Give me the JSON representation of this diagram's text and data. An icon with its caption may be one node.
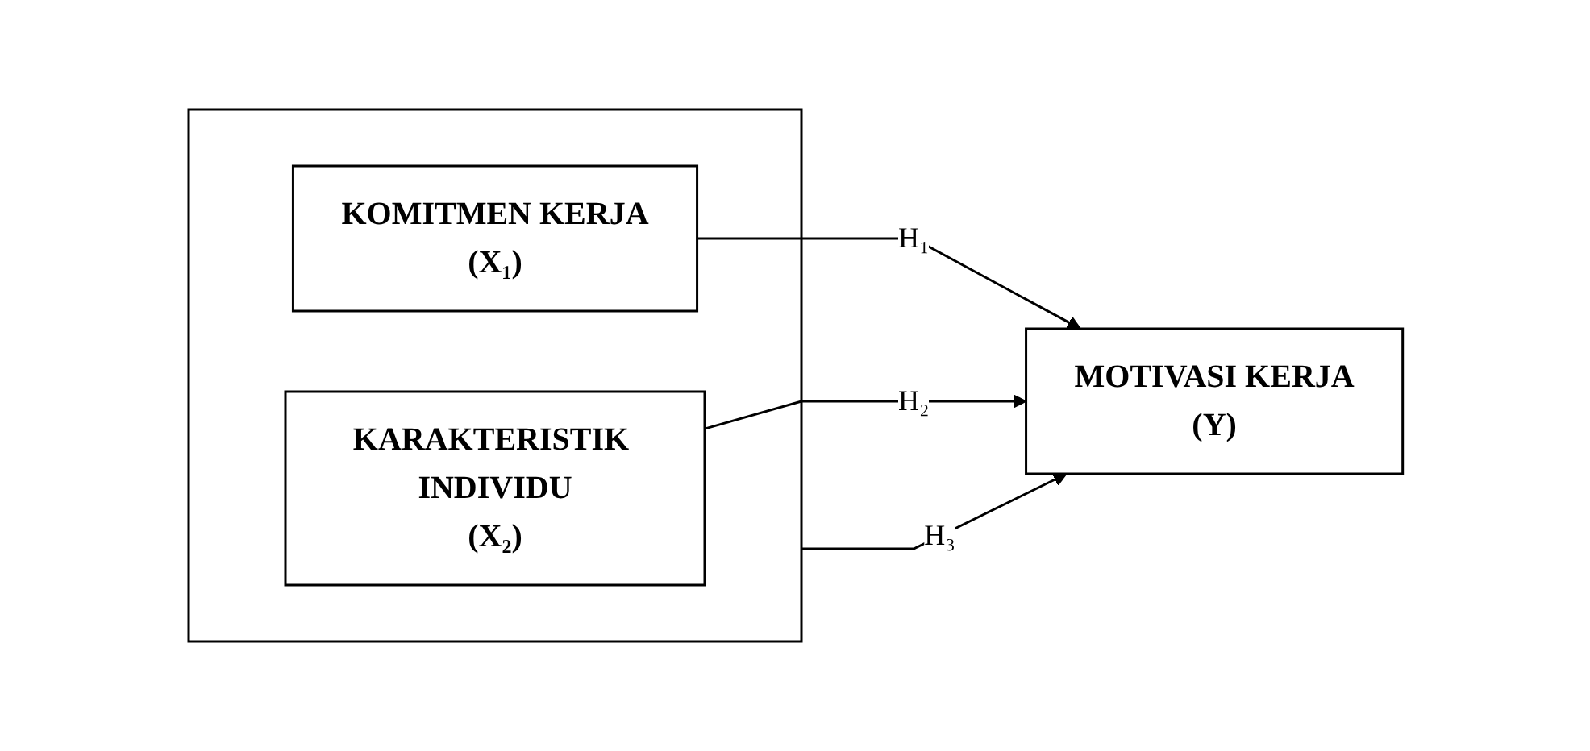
{
  "diagram": {
    "nodes": [
      {
        "text": [],
        "shape": "box"
      },
      {
        "text": [
          "KOMITMEN KERJA",
          "(X₁)"
        ],
        "in": 0
      },
      {
        "text": [
          "KARAKTERISTIK INDIVIDU",
          "(X₂)"
        ],
        "in": 0
      },
      {
        "text": [
          "MOTIVASI KERJA",
          "(Y)"
        ]
      }
    ],
    "edges": [
      {
        "from": 1,
        "to": 3,
        "arrow": "to",
        "label": "H₁"
      },
      {
        "from": 2,
        "to": 3,
        "arrow": "to",
        "label": "H₂"
      },
      {
        "from": 0,
        "to": 3,
        "arrow": "to",
        "label": "H₃"
      }
    ]
  }
}
